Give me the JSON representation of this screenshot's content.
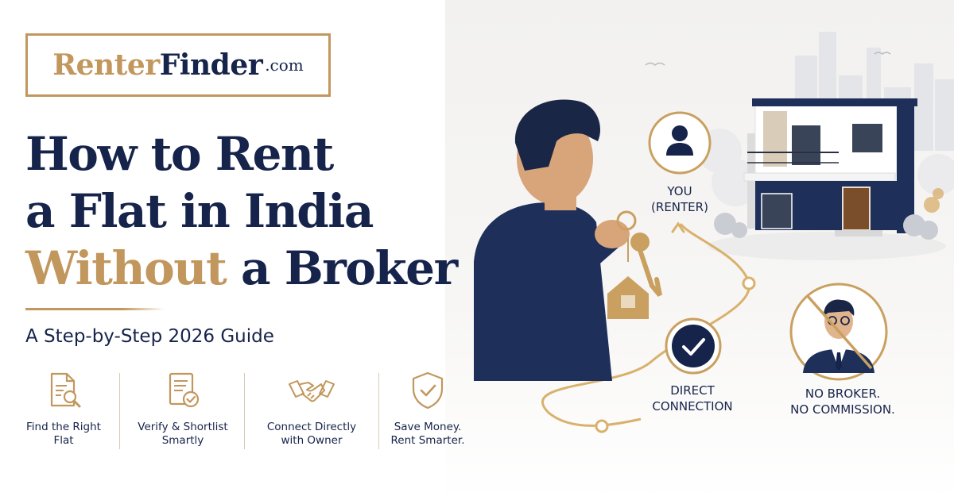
{
  "brand": {
    "name_part1": "Renter",
    "name_part2": "Finder",
    "domain": ".com"
  },
  "headline": {
    "line1": "How to Rent",
    "line2": "a Flat in India",
    "line3_highlight": "Without",
    "line3_rest": " a Broker"
  },
  "subtitle": "A Step-by-Step 2026 Guide",
  "features": [
    {
      "icon": "document-search-icon",
      "line1": "Find the Right",
      "line2": "Flat"
    },
    {
      "icon": "checklist-verified-icon",
      "line1": "Verify & Shortlist",
      "line2": "Smartly"
    },
    {
      "icon": "handshake-icon",
      "line1": "Connect Directly",
      "line2": "with Owner"
    },
    {
      "icon": "shield-check-icon",
      "line1": "Save Money.",
      "line2": "Rent Smarter."
    }
  ],
  "illustration": {
    "you_line1": "YOU",
    "you_line2": "(RENTER)",
    "direct_line1": "DIRECT",
    "direct_line2": "CONNECTION",
    "nobroker_line1": "NO BROKER.",
    "nobroker_line2": "NO COMMISSION."
  },
  "colors": {
    "navy": "#16234a",
    "gold": "#c2975d",
    "background": "#ffffff"
  }
}
